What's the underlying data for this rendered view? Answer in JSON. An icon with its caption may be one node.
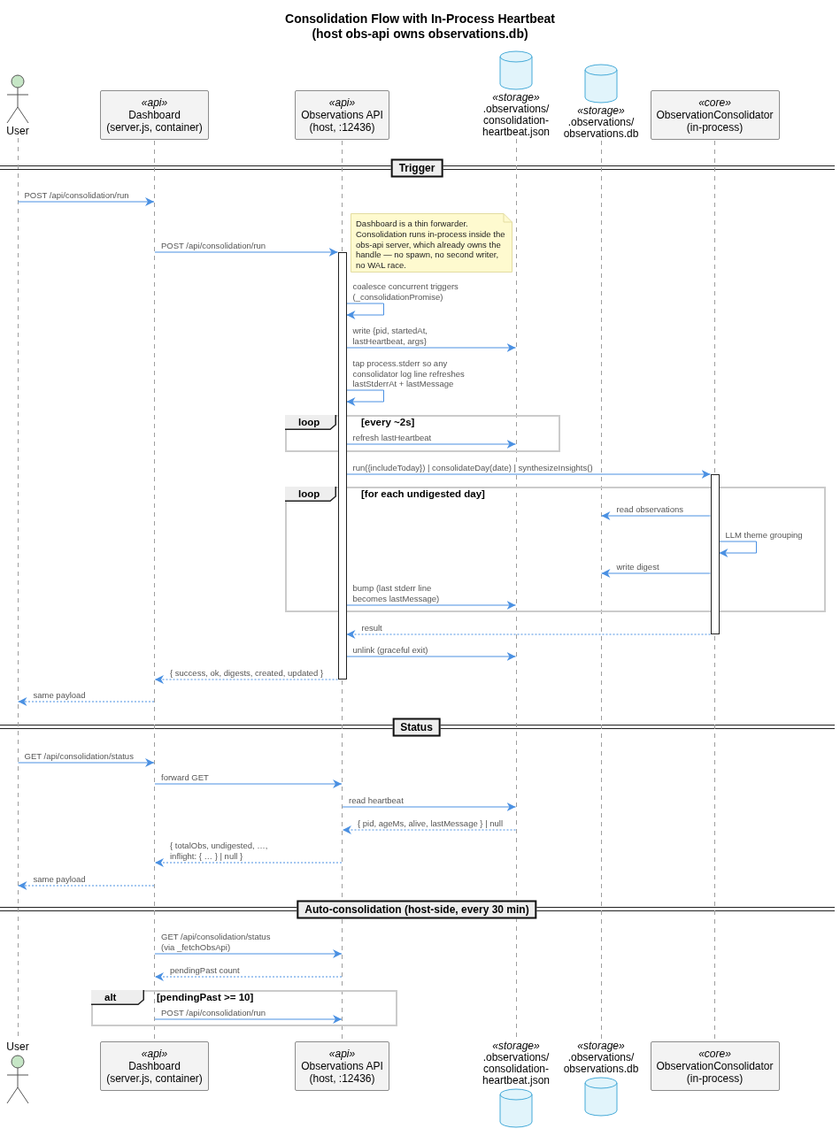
{
  "diagram": {
    "title": "Consolidation Flow with In-Process Heartbeat (host obs-api owns observations.db)",
    "nodes": [
      {
        "text": [
          "User"
        ]
      },
      {
        "text": [
          "«api»",
          "Dashboard (server.js, container)"
        ]
      },
      {
        "text": [
          "«api»",
          "Observations API (host, :12436)"
        ]
      },
      {
        "text": [
          "«storage»",
          ".observations/ consolidation- heartbeat.json"
        ]
      },
      {
        "text": [
          "«storage»",
          ".observations/ observations.db"
        ]
      },
      {
        "text": [
          "«core»",
          "ObservationConsolidator (in-process)"
        ]
      },
      {
        "text": [],
        "shape": "line"
      },
      {
        "text": [],
        "shape": "line"
      },
      {
        "text": [],
        "shape": "line"
      },
      {
        "text": [],
        "shape": "line"
      },
      {
        "text": [],
        "shape": "line"
      },
      {
        "text": [],
        "shape": "line"
      },
      {
        "text": [
          "Trigger"
        ]
      },
      {
        "text": [
          "Dashboard is a thin forwarder. Consolidation runs in-process inside the obs-api server, which already owns the handle — no spawn, no second writer, no WAL race."
        ]
      },
      {
        "text": [],
        "shape": "bar"
      },
      {
        "text": [
          "loop",
          "[every ~2s]"
        ]
      },
      {
        "text": [],
        "shape": "bar"
      },
      {
        "text": [
          "loop",
          "[for each undigested day]"
        ]
      },
      {
        "text": [
          "Status"
        ]
      },
      {
        "text": [
          "Auto-consolidation (host-side, every 30 min)"
        ]
      },
      {
        "text": [
          "alt",
          "[pendingPast >= 10]"
        ]
      },
      {
        "text": [
          "User"
        ]
      },
      {
        "text": [
          "«api»",
          "Dashboard (server.js, container)"
        ]
      },
      {
        "text": [
          "«api»",
          "Observations API (host, :12436)"
        ]
      },
      {
        "text": [
          "«storage»",
          ".observations/ consolidation- heartbeat.json"
        ]
      },
      {
        "text": [
          "«storage»",
          ".observations/ observations.db"
        ]
      },
      {
        "text": [
          "«core»",
          "ObservationConsolidator (in-process)"
        ]
      }
    ],
    "edges": [
      {
        "from": 6,
        "to": 7,
        "arrow": "to",
        "label": "POST /api/consolidation/run"
      },
      {
        "from": 7,
        "to": 14,
        "arrow": "to",
        "label": "POST /api/consolidation/run"
      },
      {
        "from": 14,
        "to": 14,
        "arrow": "to",
        "label": "coalesce concurrent triggers (_consolidationPromise)"
      },
      {
        "from": 14,
        "to": 9,
        "arrow": "to",
        "label": "write {pid, startedAt, lastHeartbeat, args}"
      },
      {
        "from": 14,
        "to": 14,
        "arrow": "to",
        "label": "tap process.stderr so any consolidator log line refreshes lastStderrAt + lastMessage"
      },
      {
        "from": 14,
        "to": 9,
        "arrow": "to",
        "label": "refresh lastHeartbeat"
      },
      {
        "from": 14,
        "to": 16,
        "arrow": "to",
        "label": "run({includeToday}) | consolidateDay(date) | synthesizeInsights()"
      },
      {
        "from": 16,
        "to": 10,
        "arrow": "to",
        "label": "read observations"
      },
      {
        "from": 16,
        "to": 16,
        "arrow": "to",
        "label": "LLM theme grouping"
      },
      {
        "from": 16,
        "to": 10,
        "arrow": "to",
        "label": "write digest"
      },
      {
        "from": 14,
        "to": 9,
        "arrow": "to",
        "label": "bump (last stderr line becomes lastMessage)"
      },
      {
        "from": 16,
        "to": 14,
        "arrow": "to",
        "label": "result",
        "style": "dashed"
      },
      {
        "from": 14,
        "to": 9,
        "arrow": "to",
        "label": "unlink (graceful exit)"
      },
      {
        "from": 14,
        "to": 7,
        "arrow": "to",
        "label": "{ success, ok, digests, created, updated }",
        "style": "dashed"
      },
      {
        "from": 7,
        "to": 6,
        "arrow": "to",
        "label": "same payload",
        "style": "dashed"
      },
      {
        "from": 6,
        "to": 7,
        "arrow": "to",
        "label": "GET /api/consolidation/status"
      },
      {
        "from": 7,
        "to": 8,
        "arrow": "to",
        "label": "forward GET"
      },
      {
        "from": 8,
        "to": 9,
        "arrow": "to",
        "label": "read heartbeat"
      },
      {
        "from": 9,
        "to": 8,
        "arrow": "to",
        "label": "{ pid, ageMs, alive, lastMessage } | null",
        "style": "dashed"
      },
      {
        "from": 8,
        "to": 7,
        "arrow": "to",
        "label": "{ totalObs, undigested, …, inflight: { … } | null }",
        "style": "dashed"
      },
      {
        "from": 7,
        "to": 6,
        "arrow": "to",
        "label": "same payload",
        "style": "dashed"
      },
      {
        "from": 7,
        "to": 8,
        "arrow": "to",
        "label": "GET /api/consolidation/status (via _fetchObsApi)"
      },
      {
        "from": 8,
        "to": 7,
        "arrow": "to",
        "label": "pendingPast count",
        "style": "dashed"
      },
      {
        "from": 7,
        "to": 8,
        "arrow": "to",
        "label": "POST /api/consolidation/run"
      }
    ]
  }
}
